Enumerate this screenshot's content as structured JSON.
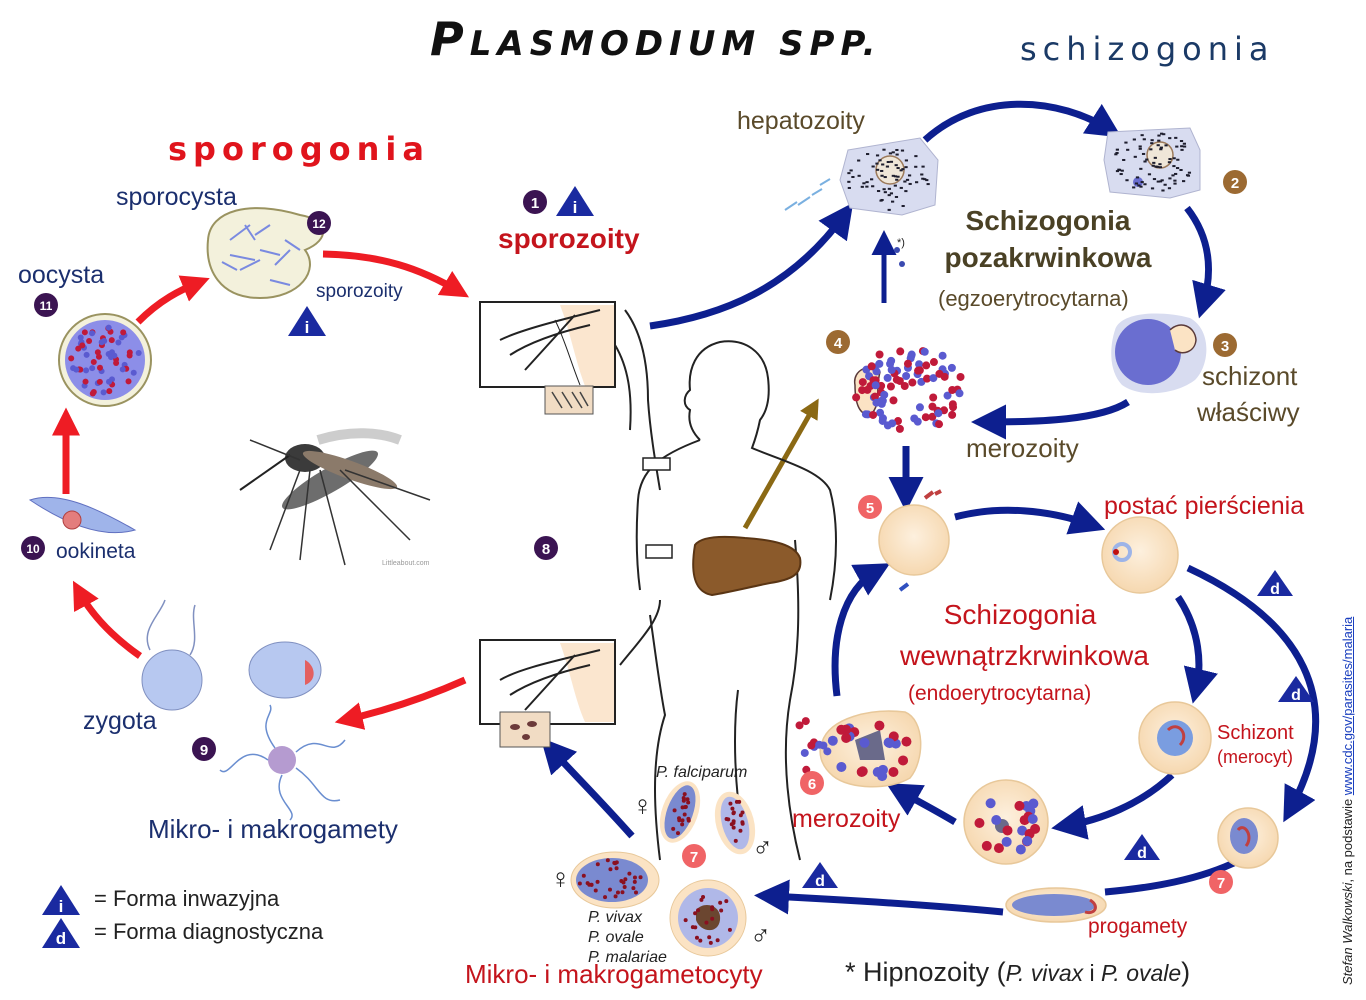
{
  "title": {
    "main": "Plasmodium spp.",
    "main_big": "P",
    "main_rest": "LASMODIUM SPP."
  },
  "sections": {
    "schizogonia": "schizogonia",
    "sporogonia": "sporogonia"
  },
  "labels": {
    "hepatozoity": "hepatozoity",
    "sporozoity_main": "sporozoity",
    "sporozoity_small": "sporozoity",
    "sporocysta": "sporocysta",
    "oocysta": "oocysta",
    "ookineta": "ookineta",
    "zygota": "zygota",
    "mikro_makrogamety": "Mikro- i makrogamety",
    "schizogonia_poza_1": "Schizogonia",
    "schizogonia_poza_2": "pozakrwinkowa",
    "egzo": "(egzoerytrocytarna)",
    "schizont_wlasciwy_1": "schizont",
    "schizont_wlasciwy_2": "właściwy",
    "merozoity_liver": "merozoity",
    "postac_pierscienia": "postać pierścienia",
    "schizogonia_wew_1": "Schizogonia",
    "schizogonia_wew_2": "wewnątrzkrwinkowa",
    "endo": "(endoerytrocytarna)",
    "schizont_merocyt_1": "Schizont",
    "schizont_merocyt_2": "(merocyt)",
    "merozoity_blood": "merozoity",
    "progamety": "progamety",
    "p_falciparum": "P. falciparum",
    "p_vivax": "P. vivax",
    "p_ovale": "P. ovale",
    "p_malariae": "P. malariae",
    "mikro_makrogametocyty": "Mikro- i makrogametocyty",
    "hipnozoity_star": "* Hipnozoity (",
    "hipnozoity_vivax": "P. vivax",
    "hipnozoity_i": " i ",
    "hipnozoity_ovale": "P. ovale",
    "hipnozoity_close": ")",
    "star_note": "*)",
    "mosquito_watermark": "Littleabout.com"
  },
  "legend": {
    "invasive_symbol": "i",
    "invasive_text": "= Forma inwazyjna",
    "diagnostic_symbol": "d",
    "diagnostic_text": "= Forma diagnostyczna"
  },
  "steps": [
    "1",
    "2",
    "3",
    "4",
    "5",
    "6",
    "7",
    "7",
    "8",
    "9",
    "10",
    "11",
    "12"
  ],
  "symbols": {
    "female": "♀",
    "male": "♂",
    "i": "i",
    "d": "d"
  },
  "credit": {
    "author": "Stefan Walkowski",
    "middle": ", na podstawie ",
    "url": "www.cdc.gov/parasites/malaria"
  },
  "colors": {
    "navy_arrow": "#0d1f8f",
    "red_arrow": "#ee1c24",
    "brown_arrow": "#8b6914",
    "step_purple": "#3b1452",
    "step_brown": "#9c6a32",
    "step_pink": "#f06466",
    "cell_fill": "#fbe3c4",
    "liver": "#8b5a2b"
  }
}
